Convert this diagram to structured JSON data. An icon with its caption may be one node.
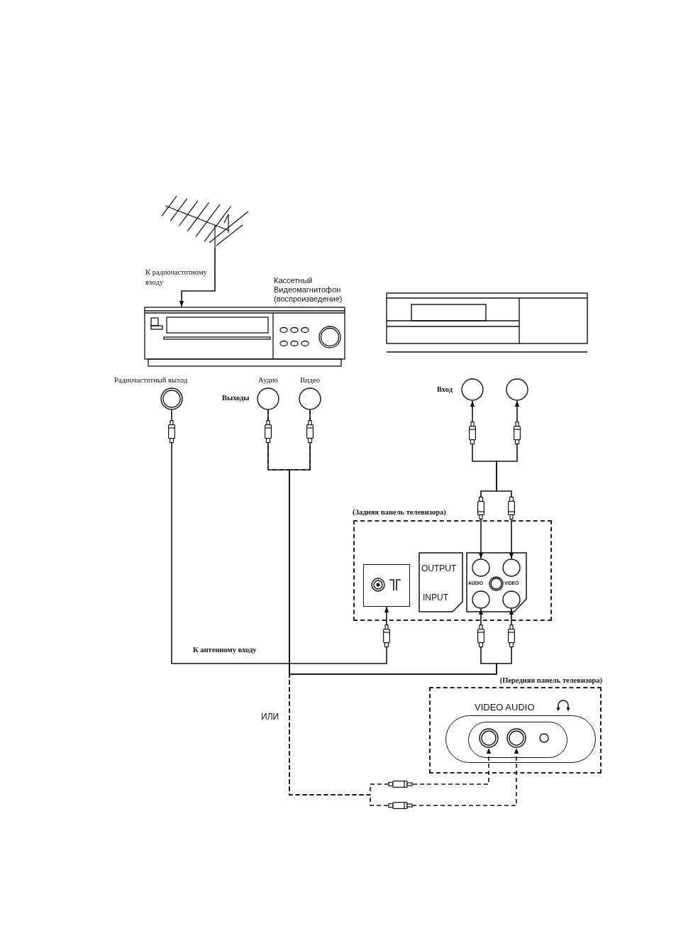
{
  "diagram": {
    "nodes": [
      {
        "text": [],
        "shape": "picture"
      },
      {
        "text": [
          "Кассетный Видеомагнитофон (воспроизведение)"
        ]
      },
      {
        "text": [],
        "shape": "picture"
      },
      {
        "text": [
          "Радиочастотный выход"
        ]
      },
      {
        "text": [
          "Аудио"
        ]
      },
      {
        "text": [
          "Видео"
        ]
      },
      {
        "text": [],
        "shape": "circle"
      },
      {
        "text": [],
        "shape": "circle"
      },
      {
        "text": [
          "(Задняя панель телевизора)"
        ]
      },
      {
        "text": [],
        "shape": "box",
        "in": 8
      },
      {
        "text": [
          "OUTPUT",
          "INPUT"
        ],
        "in": 8
      },
      {
        "text": [
          "AUDIO",
          "VIDEO"
        ],
        "in": 8
      },
      {
        "text": [],
        "shape": "circle",
        "in": 11
      },
      {
        "text": [],
        "shape": "circle",
        "in": 11
      },
      {
        "text": [],
        "shape": "circle",
        "in": 11
      },
      {
        "text": [],
        "shape": "circle",
        "in": 11
      },
      {
        "text": [
          "(Передняя панель телевизора)"
        ]
      },
      {
        "text": [
          "VIDEO AUDIO"
        ],
        "in": 16
      },
      {
        "text": [],
        "shape": "circle",
        "in": 17
      },
      {
        "text": [],
        "shape": "circle",
        "in": 17
      }
    ],
    "edges": [
      {
        "from": 0,
        "to": 1,
        "arrow": "to",
        "label": "К радиочастотному входу"
      },
      {
        "from": 3,
        "to": 9,
        "arrow": "to",
        "label": "К антенному входу"
      },
      {
        "from": 4,
        "to": 14,
        "arrow": "to"
      },
      {
        "from": 5,
        "to": 15,
        "arrow": "to"
      },
      {
        "from": 12,
        "to": 6,
        "arrow": "both"
      },
      {
        "from": 13,
        "to": 7,
        "arrow": "both"
      },
      {
        "from": 4,
        "to": 19,
        "arrow": "to",
        "style": "dashed"
      },
      {
        "from": 5,
        "to": 18,
        "arrow": "to",
        "style": "dashed"
      }
    ],
    "labels": [
      "Выходы",
      "Вход",
      "ИЛИ"
    ]
  }
}
